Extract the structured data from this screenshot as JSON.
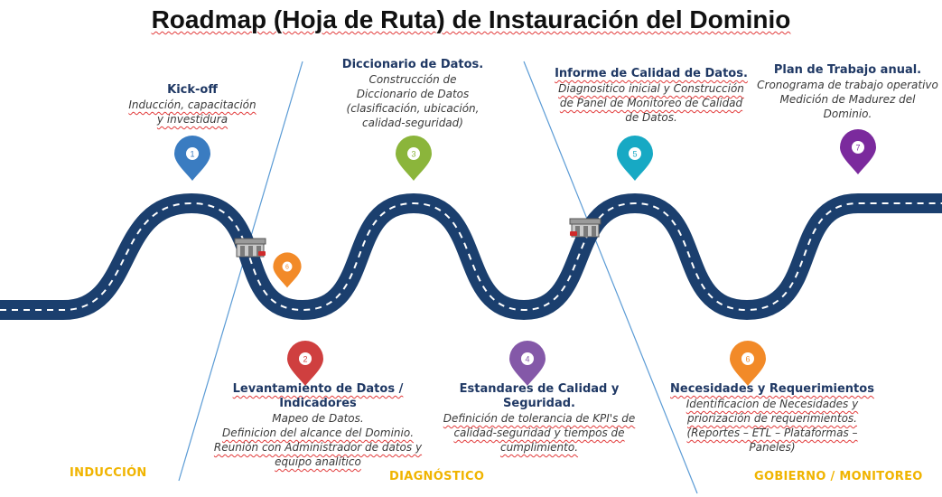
{
  "title": "Roadmap (Hoja de Ruta) de Instauración del Dominio",
  "colors": {
    "road": "#1b3f6e",
    "divider": "#5b9bd5",
    "phase": "#f0b400",
    "pin1": "#3a7cc1",
    "pin2": "#cf3f3f",
    "pin3": "#8bb53b",
    "pin4": "#8458a8",
    "pin5": "#17a9c4",
    "pin6": "#f28a28",
    "pin7": "#7b2a9d"
  },
  "pins": [
    {
      "number": "1",
      "color_key": "pin1"
    },
    {
      "number": "2",
      "color_key": "pin2"
    },
    {
      "number": "3",
      "color_key": "pin3"
    },
    {
      "number": "4",
      "color_key": "pin4"
    },
    {
      "number": "5",
      "color_key": "pin5"
    },
    {
      "number": "6",
      "color_key": "pin6"
    },
    {
      "number": "6",
      "color_key": "pin6"
    },
    {
      "number": "7",
      "color_key": "pin7"
    }
  ],
  "steps": {
    "kickoff": {
      "heading": "Kick-off",
      "lines": [
        "Inducción, capacitación",
        "y investidura"
      ]
    },
    "levantamiento": {
      "heading_lines": [
        "Levantamiento de Datos /",
        "Indicadores"
      ],
      "lines": [
        "Mapeo de Datos.",
        "Definicion del alcance del Dominio.",
        "Reunión con Administrador de datos y",
        "equipo analítico"
      ]
    },
    "diccionario": {
      "heading": "Diccionario de Datos.",
      "lines": [
        "Construcción de",
        "Diccionario de Datos",
        "(clasificación, ubicación,",
        "calidad-seguridad)"
      ]
    },
    "estandares": {
      "heading_lines": [
        "Estandares de Calidad y",
        "Seguridad."
      ],
      "lines": [
        "Definición de tolerancia de KPI's de",
        "calidad-seguridad y tiempos de",
        "cumplimiento."
      ]
    },
    "informe": {
      "heading": "Informe de Calidad de Datos.",
      "lines": [
        "Diagnositico inicial y Construcción",
        "de Panel de Monitoreo de Calidad",
        "de Datos."
      ]
    },
    "necesidades": {
      "heading": "Necesidades y Requerimientos",
      "lines": [
        "Identificacion de Necesidades y",
        "priorización de requerimientos.",
        "(Reportes – ETL – Plataformas –",
        "Paneles)"
      ]
    },
    "plan": {
      "heading": "Plan de Trabajo anual.",
      "lines": [
        "Cronograma de trabajo operativo",
        "Medición de Madurez del",
        "Dominio."
      ]
    }
  },
  "phases": {
    "induccion": "INDUCCIÓN",
    "diagnostico": "DIAGNÓSTICO",
    "gobierno": "GOBIERNO / MONITOREO"
  }
}
